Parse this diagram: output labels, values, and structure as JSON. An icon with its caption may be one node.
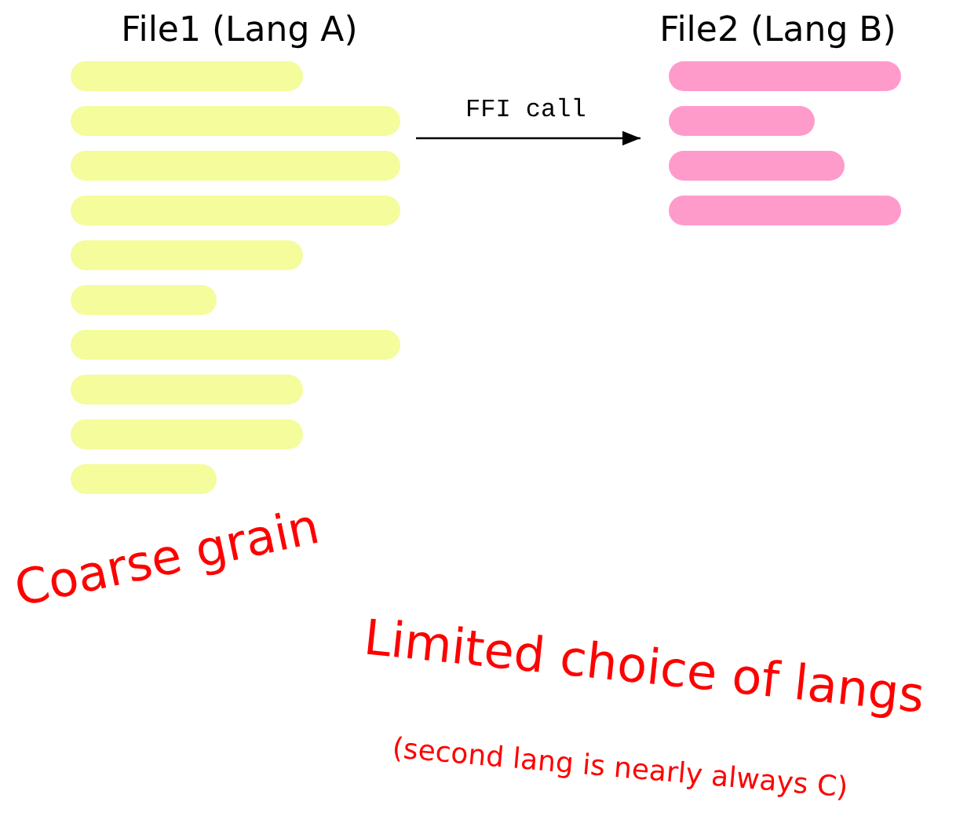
{
  "diagram": {
    "nodes": [
      {
        "text": [
          "File1 (Lang A)"
        ]
      },
      {
        "text": [
          "File2 (Lang B)"
        ]
      }
    ],
    "edges": [
      {
        "from": 0,
        "to": 1,
        "arrow": "to",
        "label": "FFI call"
      }
    ],
    "labels": [
      "Coarse grain",
      "Limited choice of langs",
      "(second lang is nearly always C)"
    ]
  }
}
